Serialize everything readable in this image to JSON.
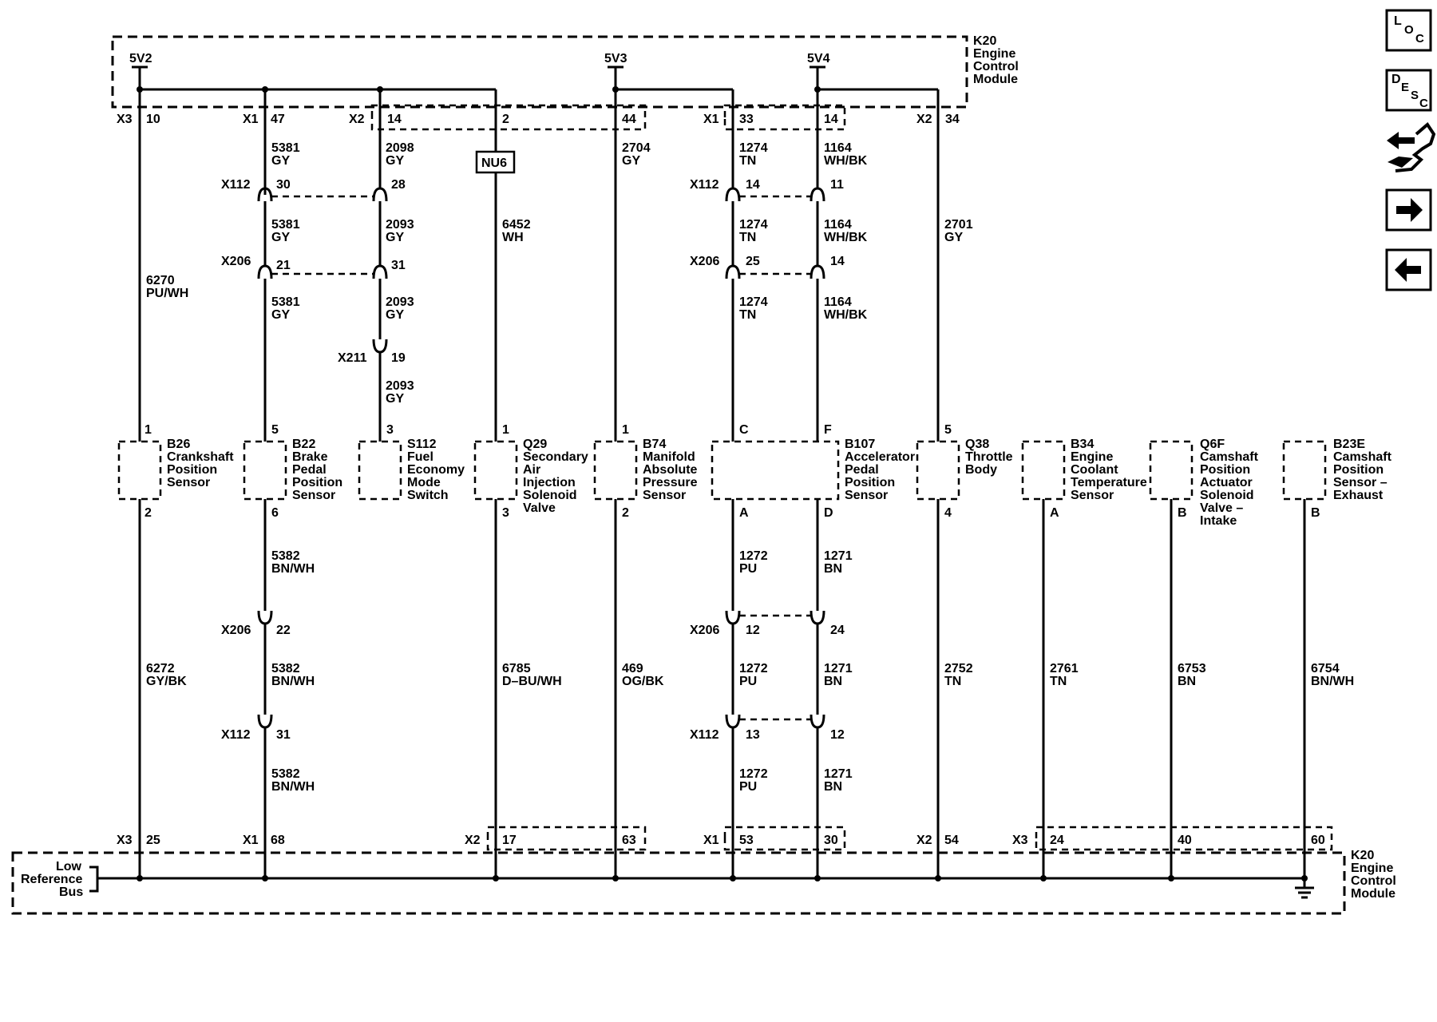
{
  "ecm": {
    "name": "K20 Engine Control Module",
    "label_lines": [
      "K20",
      "Engine",
      "Control",
      "Module"
    ]
  },
  "supplies": [
    "5V2",
    "5V3",
    "5V4"
  ],
  "top_connectors": {
    "x3": "X3",
    "x3_pin": "10",
    "x1a": "X1",
    "x1a_pin": "47",
    "x2a": "X2",
    "x2a_pin1": "14",
    "x2a_pin2": "2",
    "x2a_pin3": "44",
    "x1b": "X1",
    "x1b_pin1": "33",
    "x1b_pin2": "14",
    "x2b": "X2",
    "x2b_pin": "34"
  },
  "nu6": "NU6",
  "inline": {
    "x112": "X112",
    "x206": "X206",
    "x211": "X211",
    "p30": "30",
    "p28": "28",
    "p21": "21",
    "p31": "31",
    "p19": "19",
    "p14a": "14",
    "p11": "11",
    "p25": "25",
    "p14b": "14",
    "p22": "22",
    "p31b": "31",
    "p12a": "12",
    "p24": "24",
    "p13": "13",
    "p12b": "12"
  },
  "wires_top": {
    "w6270": "6270",
    "c6270": "PU/WH",
    "w5381a": "5381",
    "c5381a": "GY",
    "w5381b": "5381",
    "c5381b": "GY",
    "w5381c": "5381",
    "c5381c": "GY",
    "w2098": "2098",
    "c2098": "GY",
    "w2093a": "2093",
    "c2093a": "GY",
    "w2093b": "2093",
    "c2093b": "GY",
    "w2093c": "2093",
    "c2093c": "GY",
    "w6452": "6452",
    "c6452": "WH",
    "w2704": "2704",
    "c2704": "GY",
    "w1274a": "1274",
    "c1274a": "TN",
    "w1274b": "1274",
    "c1274b": "TN",
    "w1274c": "1274",
    "c1274c": "TN",
    "w1164a": "1164",
    "c1164a": "WH/BK",
    "w1164b": "1164",
    "c1164b": "WH/BK",
    "w1164c": "1164",
    "c1164c": "WH/BK",
    "w2701": "2701",
    "c2701": "GY"
  },
  "components": [
    {
      "ref": "B26",
      "lines": [
        "B26",
        "Crankshaft",
        "Position",
        "Sensor"
      ],
      "pin_top": "1",
      "pin_bot": "2"
    },
    {
      "ref": "B22",
      "lines": [
        "B22",
        "Brake",
        "Pedal",
        "Position",
        "Sensor"
      ],
      "pin_top": "5",
      "pin_bot": "6"
    },
    {
      "ref": "S112",
      "lines": [
        "S112",
        "Fuel",
        "Economy",
        "Mode",
        "Switch"
      ],
      "pin_top": "3",
      "pin_bot": ""
    },
    {
      "ref": "Q29",
      "lines": [
        "Q29",
        "Secondary",
        "Air",
        "Injection",
        "Solenoid",
        "Valve"
      ],
      "pin_top": "1",
      "pin_bot": "3"
    },
    {
      "ref": "B74",
      "lines": [
        "B74",
        "Manifold",
        "Absolute",
        "Pressure",
        "Sensor"
      ],
      "pin_top": "1",
      "pin_bot": "2"
    },
    {
      "ref": "B107",
      "lines": [
        "B107",
        "Accelerator",
        "Pedal",
        "Position",
        "Sensor"
      ],
      "pin_top": "C",
      "pin_top2": "F",
      "pin_bot": "A",
      "pin_bot2": "D"
    },
    {
      "ref": "Q38",
      "lines": [
        "Q38",
        "Throttle",
        "Body"
      ],
      "pin_top": "5",
      "pin_bot": "4"
    },
    {
      "ref": "B34",
      "lines": [
        "B34",
        "Engine",
        "Coolant",
        "Temperature",
        "Sensor"
      ],
      "pin_top": "",
      "pin_bot": "A"
    },
    {
      "ref": "Q6F",
      "lines": [
        "Q6F",
        "Camshaft",
        "Position",
        "Actuator",
        "Solenoid",
        "Valve –",
        "Intake"
      ],
      "pin_top": "",
      "pin_bot": "B"
    },
    {
      "ref": "B23E",
      "lines": [
        "B23E",
        "Camshaft",
        "Position",
        "Sensor –",
        "Exhaust"
      ],
      "pin_top": "",
      "pin_bot": "B"
    }
  ],
  "wires_bottom": {
    "w6272": "6272",
    "c6272": "GY/BK",
    "w5382a": "5382",
    "c5382a": "BN/WH",
    "w5382b": "5382",
    "c5382b": "BN/WH",
    "w5382c": "5382",
    "c5382c": "BN/WH",
    "w6785": "6785",
    "c6785": "D–BU/WH",
    "w469": "469",
    "c469": "OG/BK",
    "w1272a": "1272",
    "c1272a": "PU",
    "w1272b": "1272",
    "c1272b": "PU",
    "w1272c": "1272",
    "c1272c": "PU",
    "w1271a": "1271",
    "c1271a": "BN",
    "w1271b": "1271",
    "c1271b": "BN",
    "w1271c": "1271",
    "c1271c": "BN",
    "w2752": "2752",
    "c2752": "TN",
    "w2761": "2761",
    "c2761": "TN",
    "w6753": "6753",
    "c6753": "BN",
    "w6754": "6754",
    "c6754": "BN/WH"
  },
  "bottom_connectors": {
    "x3": "X3",
    "x3_pin": "25",
    "x1a": "X1",
    "x1a_pin": "68",
    "x2a": "X2",
    "x2a_pin1": "17",
    "x2a_pin2": "63",
    "x1b": "X1",
    "x1b_pin1": "53",
    "x1b_pin2": "30",
    "x2b": "X2",
    "x2b_pin": "54",
    "x3b": "X3",
    "x3b_pin1": "24",
    "x3b_pin2": "40",
    "x3b_pin3": "60"
  },
  "low_ref_bus": [
    "Low",
    "Reference",
    "Bus"
  ],
  "nav": {
    "loc_top": "L",
    "loc_mid": "O",
    "loc_bot": "C",
    "desc_d": "D",
    "desc_e": "E",
    "desc_s": "S",
    "desc_c": "C"
  }
}
